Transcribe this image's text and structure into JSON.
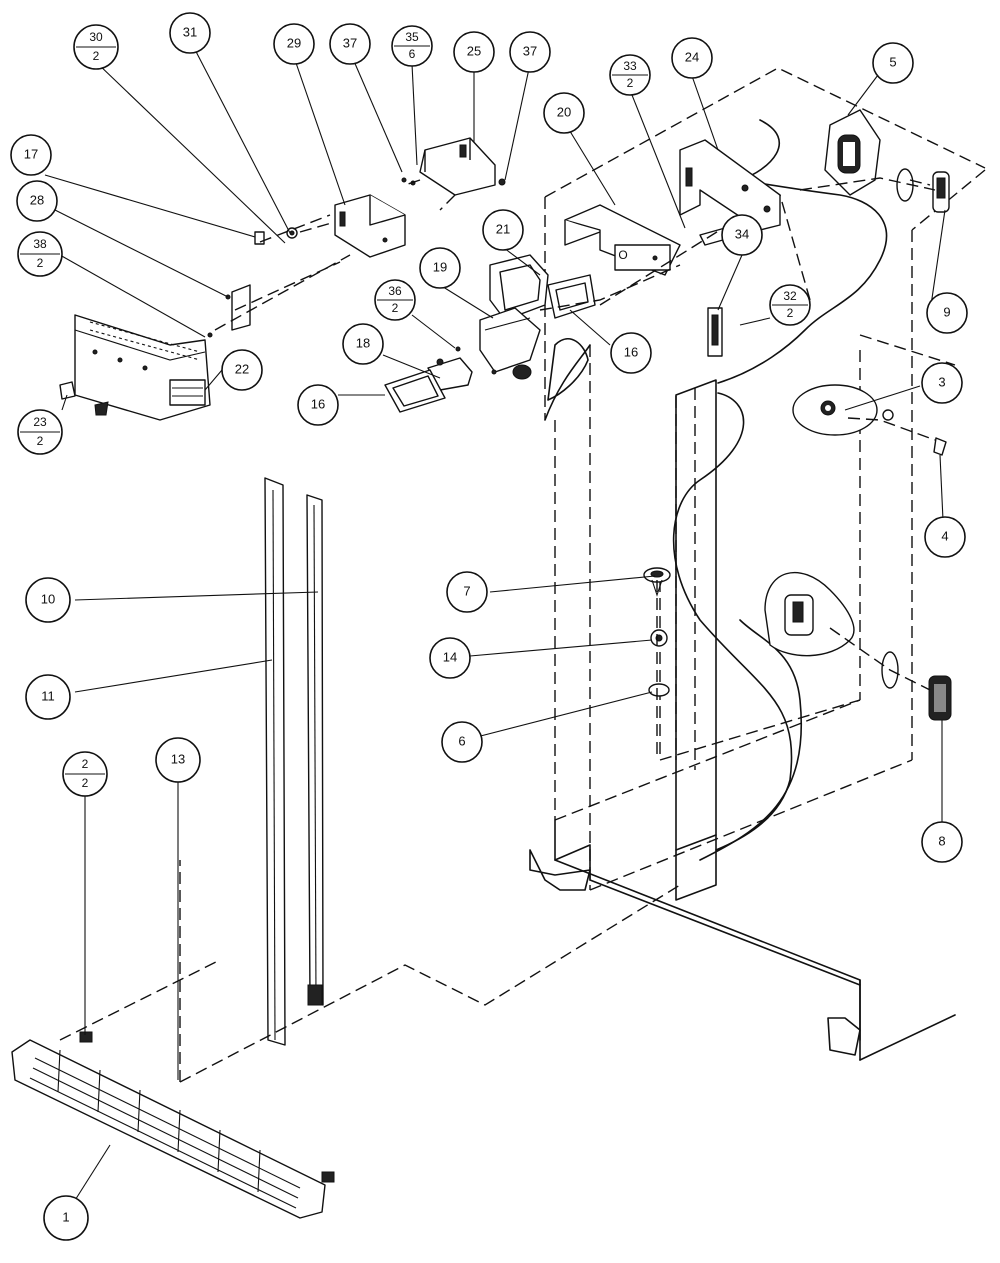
{
  "diagram": {
    "callouts": [
      {
        "id": "c30",
        "num": "30",
        "qty": "2"
      },
      {
        "id": "c31",
        "num": "31"
      },
      {
        "id": "c29",
        "num": "29"
      },
      {
        "id": "c37a",
        "num": "37"
      },
      {
        "id": "c35",
        "num": "35",
        "qty": "6"
      },
      {
        "id": "c25",
        "num": "25"
      },
      {
        "id": "c37b",
        "num": "37"
      },
      {
        "id": "c33",
        "num": "33",
        "qty": "2"
      },
      {
        "id": "c24",
        "num": "24"
      },
      {
        "id": "c5",
        "num": "5"
      },
      {
        "id": "c17",
        "num": "17"
      },
      {
        "id": "c28",
        "num": "28"
      },
      {
        "id": "c38",
        "num": "38",
        "qty": "2"
      },
      {
        "id": "c20",
        "num": "20"
      },
      {
        "id": "c21",
        "num": "21"
      },
      {
        "id": "c19",
        "num": "19"
      },
      {
        "id": "c36",
        "num": "36",
        "qty": "2"
      },
      {
        "id": "c18",
        "num": "18"
      },
      {
        "id": "c16a",
        "num": "16"
      },
      {
        "id": "c16b",
        "num": "16"
      },
      {
        "id": "c34",
        "num": "34"
      },
      {
        "id": "c32",
        "num": "32",
        "qty": "2"
      },
      {
        "id": "c9",
        "num": "9"
      },
      {
        "id": "c22",
        "num": "22"
      },
      {
        "id": "c23",
        "num": "23",
        "qty": "2"
      },
      {
        "id": "c3",
        "num": "3"
      },
      {
        "id": "c4",
        "num": "4"
      },
      {
        "id": "c7",
        "num": "7"
      },
      {
        "id": "c10",
        "num": "10"
      },
      {
        "id": "c11",
        "num": "11"
      },
      {
        "id": "c14",
        "num": "14"
      },
      {
        "id": "c6",
        "num": "6"
      },
      {
        "id": "c2",
        "num": "2",
        "qty": "2"
      },
      {
        "id": "c13",
        "num": "13"
      },
      {
        "id": "c8",
        "num": "8"
      },
      {
        "id": "c1",
        "num": "1"
      }
    ]
  }
}
